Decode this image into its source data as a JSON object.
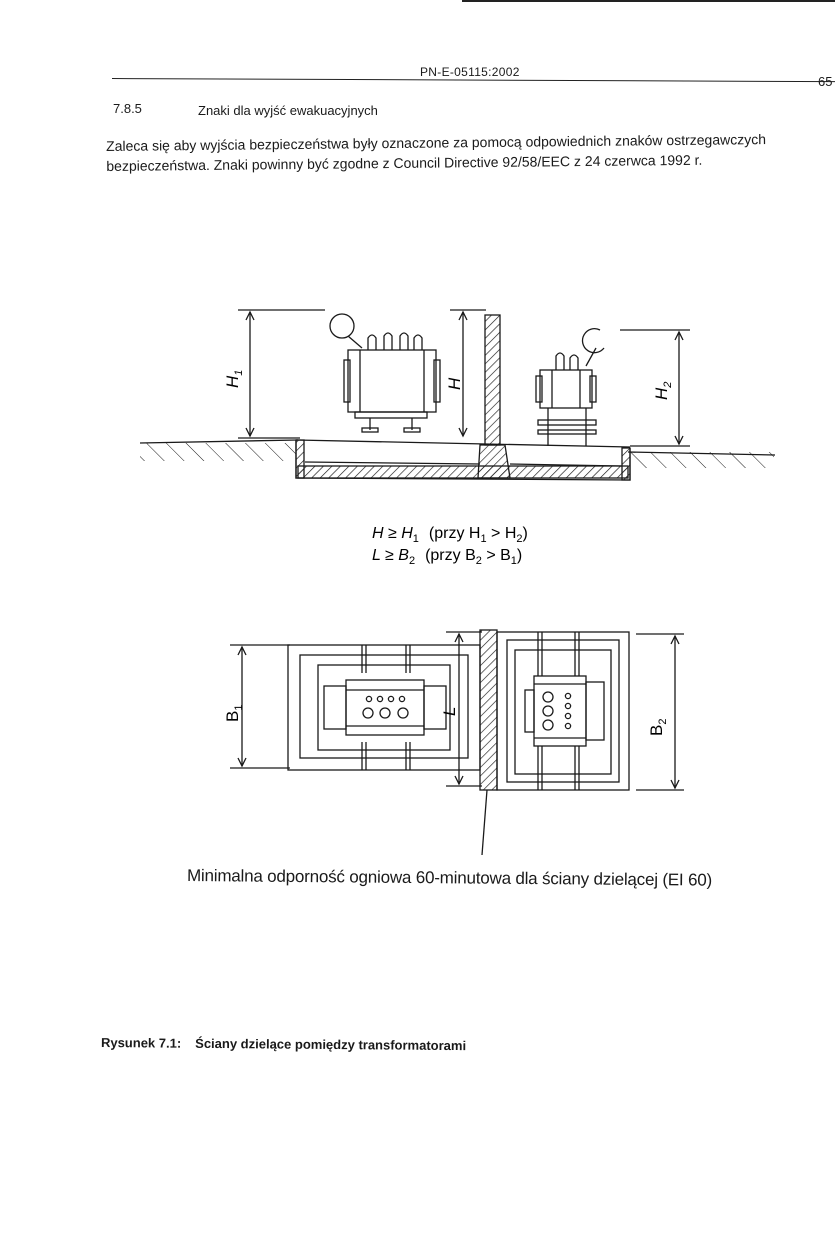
{
  "header": {
    "standard": "PN-E-05115:2002",
    "page_number": "65"
  },
  "section": {
    "number": "7.8.5",
    "title": "Znaki dla wyjść ewakuacyjnych",
    "paragraph_lines": [
      "Zaleca się aby wyjścia bezpieczeństwa były oznaczone za pomocą odpowiednich znaków ostrzegawczych",
      "bezpieczeństwa. Znaki powinny być zgodne z Council Directive 92/58/EEC z 24 czerwca 1992 r."
    ]
  },
  "figure": {
    "side_labels": {
      "h1": "H",
      "h1_sub": "1",
      "h": "H",
      "h2": "H",
      "h2_sub": "2"
    },
    "formulas": {
      "line1": {
        "lhs": "H ≥ H",
        "lhs_sub": "1",
        "cond_open": "(przy H",
        "cond_sub1": "1",
        "cond_mid": " > H",
        "cond_sub2": "2",
        "cond_close": ")"
      },
      "line2": {
        "lhs": "L ≥ B",
        "lhs_sub": "2",
        "cond_open": "(przy B",
        "cond_sub1": "2",
        "cond_mid": " > B",
        "cond_sub2": "1",
        "cond_close": ")"
      }
    },
    "plan_labels": {
      "b1": "B",
      "b1_sub": "1",
      "l": "L",
      "b2": "B",
      "b2_sub": "2"
    },
    "note": "Minimalna odporność ogniowa 60-minutowa dla ściany dzielącej (EI 60)"
  },
  "caption": {
    "label": "Rysunek 7.1:",
    "title": "Ściany dzielące pomiędzy transformatorami"
  },
  "colors": {
    "ink": "#1a1a1a",
    "paper": "#ffffff"
  }
}
